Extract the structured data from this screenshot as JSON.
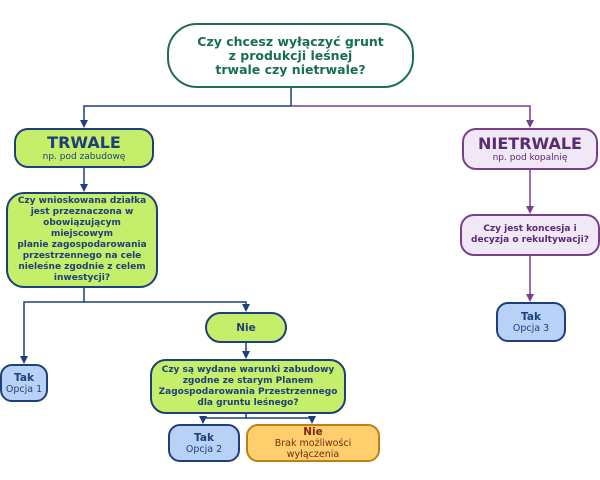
{
  "question_top": [
    "Czy chcesz wyłączyć grunt",
    "z produkcji leśnej",
    "trwale czy nietrwale?"
  ],
  "trwale": {
    "title": "TRWALE",
    "subtitle": "np. pod zabudowę"
  },
  "nietrwale": {
    "title": "NIETRWALE",
    "subtitle": "np. pod kopalnię"
  },
  "question_trwale": [
    "Czy wnioskowana działka",
    "jest przeznaczona w",
    "obowiązującym miejscowym",
    "planie zagospodarowania",
    "przestrzennego na cele",
    "nieleśne zgodnie z celem",
    "inwestycji?"
  ],
  "question_nietrwale": [
    "Czy jest koncesja i",
    "decyzja o rekultywacji?"
  ],
  "answer_nie": "Nie",
  "question_wz": [
    "Czy są wydane warunki zabudowy",
    "zgodne ze starym Planem",
    "Zagospodarowania Przestrzennego",
    "dla gruntu leśnego?"
  ],
  "option1": {
    "answer": "Tak",
    "label": "Opcja 1"
  },
  "option2": {
    "answer": "Tak",
    "label": "Opcja 2"
  },
  "option3": {
    "answer": "Tak",
    "label": "Opcja 3"
  },
  "no_exclusion": {
    "answer": "Nie",
    "label": "Brak możliwości wyłączenia"
  },
  "colors": {
    "green_fill": "#c5ee6a",
    "navy": "#1e3f7a",
    "purple": "#7a3e8f",
    "lilac_fill": "#f1e8f5",
    "blue_fill": "#b7d2f6",
    "orange_fill": "#ffcf6e",
    "dark_green": "#17704d"
  }
}
